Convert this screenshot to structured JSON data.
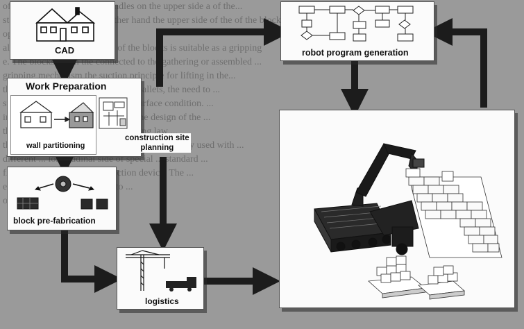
{
  "labels": {
    "cad": "CAD",
    "work_preparation": "Work Preparation",
    "wall_partitioning": "wall partitioning",
    "construction_site_planning": "construction site\nplanning",
    "block_prefabrication": "block pre-fabrication",
    "robot_program_generation": "robot program generation",
    "logistics": "logistics"
  },
  "background_text": [
    "of block to the side stable handles on the upper side a of the...",
    "standard block side, on the other hand the upper side of the of the block and",
    "opening.",
    "ally only one of the face side of the blocks is suitable as a gripping",
    "e. The blocks are in the connected to the gathering or assembled ...",
    "gripping mechanism the suction principle for lifting in the...",
    "the alignment of the blocks on the pallets, the need to ...",
    "stable gripping surfaces and their surface condition. ...",
    "ind high weights of the blocks for the design of the ...",
    "the necessity of an additional gripping law ...",
    "the surface of the ... the block can be additionally used with ...",
    "different ... longitudinal side of special ... standard ...",
    "flexible ... small malleable suction device. The ...",
    "efficient ... complete surface to ...",
    "of ... surface ..."
  ]
}
